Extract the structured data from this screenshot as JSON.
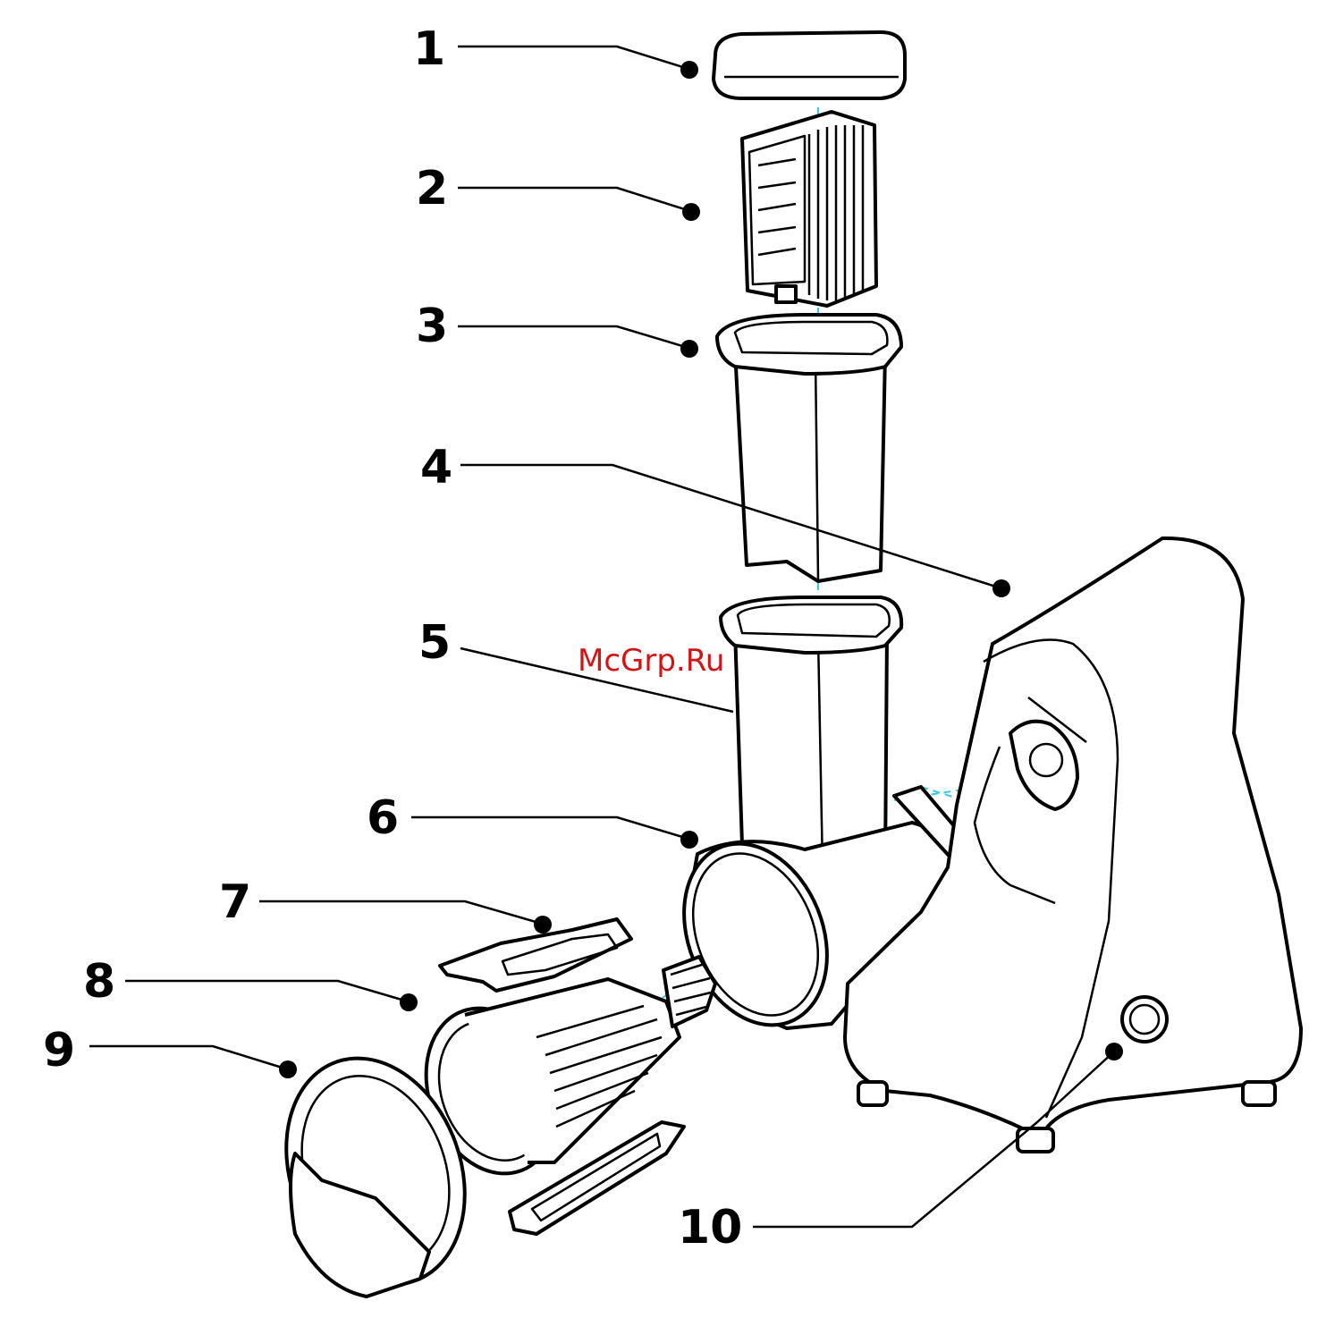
{
  "callouts": [
    {
      "number": "1"
    },
    {
      "number": "2"
    },
    {
      "number": "3"
    },
    {
      "number": "4"
    },
    {
      "number": "5"
    },
    {
      "number": "6"
    },
    {
      "number": "7"
    },
    {
      "number": "8"
    },
    {
      "number": "9"
    },
    {
      "number": "10"
    }
  ],
  "watermark": "McGrp.Ru",
  "colors": {
    "line": "#000000",
    "axis": "#39c8e8",
    "watermark": "#d21414",
    "background": "#ffffff"
  }
}
